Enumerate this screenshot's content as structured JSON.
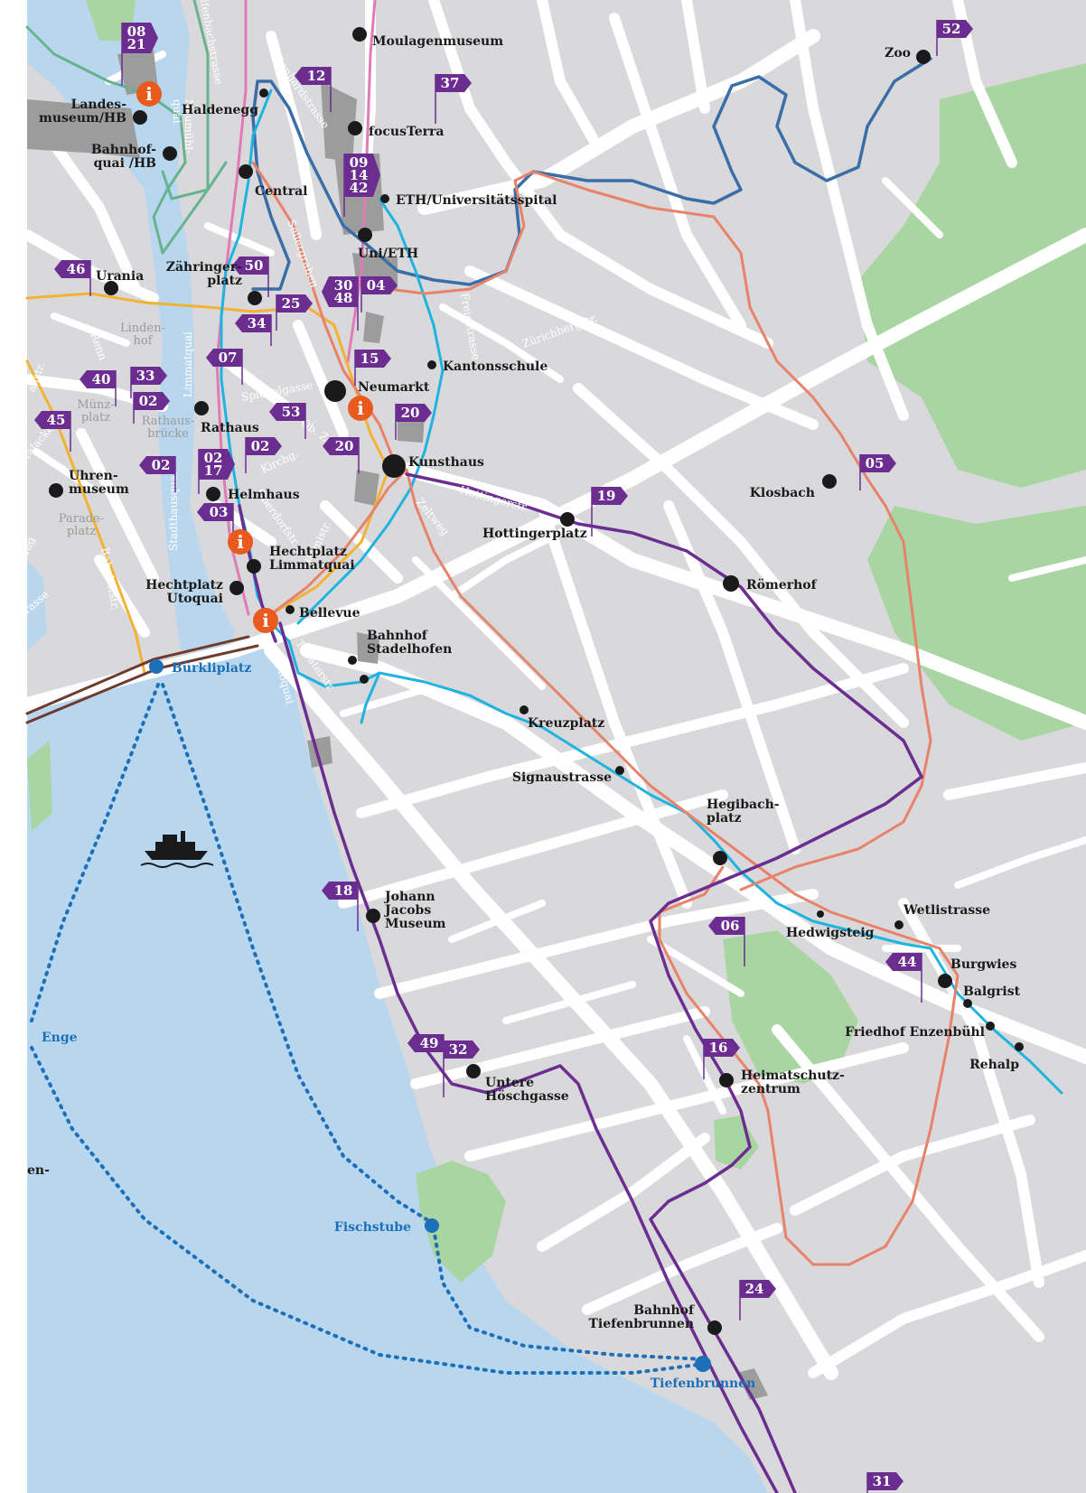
{
  "colors": {
    "land": "#d9d9dc",
    "road": "#ffffff",
    "water": "#b8d7ef",
    "park": "#a9d5a3",
    "building": "#9c9c9c",
    "stop": "#1a1a1a",
    "flag": "#6b2d8f",
    "info": "#ea5a1f",
    "boat": "#1d6fb8",
    "line_orange": "#e8826a",
    "line_cyan": "#1fb3e0",
    "line_purple": "#6b2d8f",
    "line_blue": "#3a6ea8",
    "line_pink": "#e07bb7",
    "line_green": "#67b38f",
    "line_yellow": "#f2b233",
    "line_brown": "#6e3b2e"
  },
  "stops": [
    {
      "id": "moulagenmuseum",
      "label": "Moulagenmuseum"
    },
    {
      "id": "zoo",
      "label": "Zoo"
    },
    {
      "id": "landesmuseum",
      "label": "Landes-\nmuseum/HB"
    },
    {
      "id": "bahnhofquai",
      "label": "Bahnhof-\nquai /HB"
    },
    {
      "id": "haldenegg",
      "label": "Haldenegg"
    },
    {
      "id": "focusterra",
      "label": "focusTerra"
    },
    {
      "id": "central",
      "label": "Central"
    },
    {
      "id": "eth",
      "label": "ETH/Universitätsspital"
    },
    {
      "id": "unieth",
      "label": "Uni/ETH"
    },
    {
      "id": "urania",
      "label": "Urania"
    },
    {
      "id": "zaehringerplatz",
      "label": "Zähringer-\nplatz"
    },
    {
      "id": "kantonsschule",
      "label": "Kantonsschule"
    },
    {
      "id": "neumarkt",
      "label": "Neumarkt"
    },
    {
      "id": "rathaus",
      "label": "Rathaus"
    },
    {
      "id": "kunsthaus",
      "label": "Kunsthaus"
    },
    {
      "id": "uhrenmuseum",
      "label": "Uhren-\nmuseum"
    },
    {
      "id": "helmhaus",
      "label": "Helmhaus"
    },
    {
      "id": "hottingerplatz",
      "label": "Hottingerplatz"
    },
    {
      "id": "klosbach",
      "label": "Klosbach"
    },
    {
      "id": "hechtplatz_lq",
      "label": "Hechtplatz\nLimmatquai"
    },
    {
      "id": "hechtplatz_uq",
      "label": "Hechtplatz\nUtoquai"
    },
    {
      "id": "roemerhof",
      "label": "Römerhof"
    },
    {
      "id": "bellevue",
      "label": "Bellevue"
    },
    {
      "id": "stadelhofen",
      "label": "Bahnhof\nStadelhofen"
    },
    {
      "id": "kreuzplatz",
      "label": "Kreuzplatz"
    },
    {
      "id": "signaustrasse",
      "label": "Signaustrasse"
    },
    {
      "id": "hegibachplatz",
      "label": "Hegibach-\nplatz"
    },
    {
      "id": "johannjacobs",
      "label": "Johann\nJacobs\nMuseum"
    },
    {
      "id": "wetlistrasse",
      "label": "Wetlistrasse"
    },
    {
      "id": "hedwigsteig",
      "label": "Hedwigsteig"
    },
    {
      "id": "burgwies",
      "label": "Burgwies"
    },
    {
      "id": "balgrist",
      "label": "Balgrist"
    },
    {
      "id": "friedhof",
      "label": "Friedhof Enzenbühl"
    },
    {
      "id": "rehalp",
      "label": "Rehalp"
    },
    {
      "id": "untere",
      "label": "Untere\nHöschgasse"
    },
    {
      "id": "heimatschutz",
      "label": "Heimatschutz-\nzentrum"
    },
    {
      "id": "tiefenbrunnen_bhf",
      "label": "Bahnhof\nTiefenbrunnen"
    }
  ],
  "boat_stops": [
    {
      "id": "buerkliplatz",
      "label": "Bürkliplatz"
    },
    {
      "id": "enge",
      "label": "Enge"
    },
    {
      "id": "fischstube",
      "label": "Fischstube"
    },
    {
      "id": "tiefenbrunnen",
      "label": "Tiefenbrunnen"
    },
    {
      "id": "enge_cut",
      "label": "en-"
    }
  ],
  "flags": [
    {
      "id": "f0821",
      "lines": [
        "08",
        "21"
      ]
    },
    {
      "id": "f52",
      "lines": [
        "52"
      ]
    },
    {
      "id": "f12",
      "lines": [
        "12"
      ]
    },
    {
      "id": "f37",
      "lines": [
        "37"
      ]
    },
    {
      "id": "f091442",
      "lines": [
        "09",
        "14",
        "42"
      ]
    },
    {
      "id": "f46",
      "lines": [
        "46"
      ]
    },
    {
      "id": "f50",
      "lines": [
        "50"
      ]
    },
    {
      "id": "f25",
      "lines": [
        "25"
      ]
    },
    {
      "id": "f3048",
      "lines": [
        "30",
        "48"
      ]
    },
    {
      "id": "f04",
      "lines": [
        "04"
      ]
    },
    {
      "id": "f34",
      "lines": [
        "34"
      ]
    },
    {
      "id": "f07",
      "lines": [
        "07"
      ]
    },
    {
      "id": "f15",
      "lines": [
        "15"
      ]
    },
    {
      "id": "f40",
      "lines": [
        "40"
      ]
    },
    {
      "id": "f33",
      "lines": [
        "33"
      ]
    },
    {
      "id": "f02a",
      "lines": [
        "02"
      ]
    },
    {
      "id": "f45",
      "lines": [
        "45"
      ]
    },
    {
      "id": "f20a",
      "lines": [
        "20"
      ]
    },
    {
      "id": "f53",
      "lines": [
        "53"
      ]
    },
    {
      "id": "f02b",
      "lines": [
        "02"
      ]
    },
    {
      "id": "f20b",
      "lines": [
        "20"
      ]
    },
    {
      "id": "f0217",
      "lines": [
        "02",
        "17"
      ]
    },
    {
      "id": "f02c",
      "lines": [
        "02"
      ]
    },
    {
      "id": "f05",
      "lines": [
        "05"
      ]
    },
    {
      "id": "f03",
      "lines": [
        "03"
      ]
    },
    {
      "id": "f19",
      "lines": [
        "19"
      ]
    },
    {
      "id": "f18",
      "lines": [
        "18"
      ]
    },
    {
      "id": "f06",
      "lines": [
        "06"
      ]
    },
    {
      "id": "f44",
      "lines": [
        "44"
      ]
    },
    {
      "id": "f49",
      "lines": [
        "49"
      ]
    },
    {
      "id": "f32",
      "lines": [
        "32"
      ]
    },
    {
      "id": "f16",
      "lines": [
        "16"
      ]
    },
    {
      "id": "f24",
      "lines": [
        "24"
      ]
    },
    {
      "id": "f31",
      "lines": [
        "31"
      ]
    }
  ],
  "streets": [
    {
      "id": "s_leonhard",
      "label": "Leonhardstrasse"
    },
    {
      "id": "s_neumuehl",
      "label": "Neumühl-\nquai"
    },
    {
      "id": "s_limmatquai",
      "label": "Limmatquai"
    },
    {
      "id": "s_seilergraben",
      "label": "Seilergraben"
    },
    {
      "id": "s_freie",
      "label": "Freiestrasse"
    },
    {
      "id": "s_zuerichberg",
      "label": "Zürichbergstr."
    },
    {
      "id": "s_spiegel",
      "label": "Spiegelgasse"
    },
    {
      "id": "s_obzaeune",
      "label": "Ob. Zäune"
    },
    {
      "id": "s_kirchg",
      "label": "Kirchg."
    },
    {
      "id": "s_oberdorf",
      "label": "Oberdorfstr."
    },
    {
      "id": "s_raemi",
      "label": "Rämistr."
    },
    {
      "id": "s_zeltweg",
      "label": "Zeltweg"
    },
    {
      "id": "s_hottinger",
      "label": "Hottingerstr."
    },
    {
      "id": "s_theater",
      "label": "Theaterstr."
    },
    {
      "id": "s_utoquai",
      "label": "Utoquai"
    },
    {
      "id": "s_stadthausquai",
      "label": "Stadthausquai"
    },
    {
      "id": "s_bahnhofstr",
      "label": "Bahnhofstr."
    },
    {
      "id": "s_renn",
      "label": "Renn"
    },
    {
      "id": "s_talacker",
      "label": "Talacker"
    },
    {
      "id": "s_anstr",
      "label": "anstr."
    },
    {
      "id": "s_weg",
      "label": "weg"
    },
    {
      "id": "s_rasse",
      "label": "rasse"
    },
    {
      "id": "s_fenbach",
      "label": "ifenbachstrasse"
    }
  ],
  "districts": [
    {
      "id": "d_lindenhof",
      "label": "Linden-\nhof"
    },
    {
      "id": "d_muenzplatz",
      "label": "Münz-\nplatz"
    },
    {
      "id": "d_rathausbruecke",
      "label": "Rathaus-\nbrücke"
    },
    {
      "id": "d_paradeplatz",
      "label": "Parade-\nplatz"
    }
  ],
  "info_label": "i"
}
